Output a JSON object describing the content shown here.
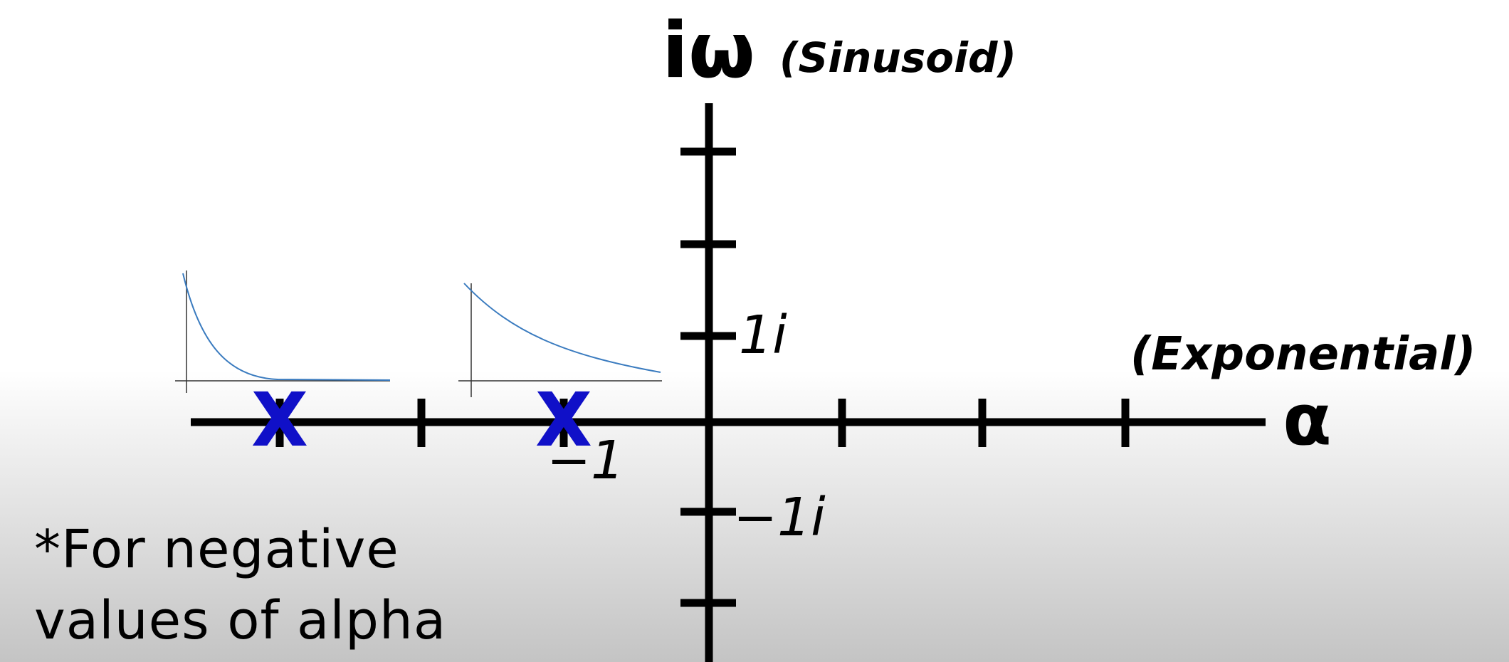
{
  "axes": {
    "imag_axis_title": "iω",
    "imag_axis_caption": "(Sinusoid)",
    "real_axis_title": "α",
    "real_axis_caption": "(Exponential)"
  },
  "tick_labels": {
    "pos_imag_one": "1i",
    "neg_imag_one": "−1i",
    "neg_real_one": "−1"
  },
  "poles": [
    {
      "alpha": -3,
      "omega": 0,
      "symbol": "X",
      "color": "#1010c8"
    },
    {
      "alpha": -1,
      "omega": 0,
      "symbol": "X",
      "color": "#1010c8"
    }
  ],
  "decay_plots": [
    {
      "pole_alpha": -3,
      "rate": "fast"
    },
    {
      "pole_alpha": -1,
      "rate": "slow"
    }
  ],
  "footnote": {
    "line1": "*For negative",
    "line2": "values of alpha"
  },
  "colors": {
    "axis": "#000000",
    "pole": "#1010c8",
    "curve": "#3a7bbf"
  }
}
